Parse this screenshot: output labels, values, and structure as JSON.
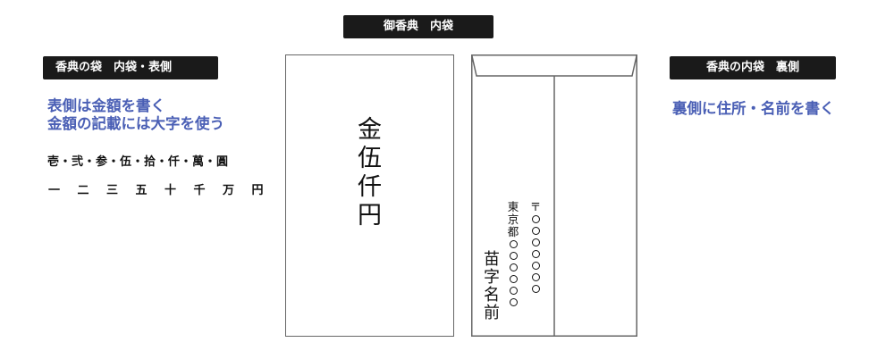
{
  "labels": {
    "top": "御香典　内袋",
    "front": "香典の袋　内袋・表側",
    "back": "香典の内袋　裏側"
  },
  "front_notes": {
    "line1": "表側は金額を書く",
    "line2": "金額の記載には大字を使う"
  },
  "back_note": "裏側に住所・名前を書く",
  "kanji": {
    "formal": "壱・弐・参・伍・拾・仟・萬・圓",
    "plain": [
      "一",
      "二",
      "三",
      "五",
      "十",
      "千",
      "万",
      "円"
    ]
  },
  "front_envelope": {
    "amount": [
      "金",
      "伍",
      "仟",
      "円"
    ]
  },
  "back_envelope": {
    "name": [
      "苗",
      "字",
      "名",
      "前"
    ],
    "city": [
      "東",
      "京",
      "都"
    ],
    "city_placeholder_count": 6,
    "zip_mark": "〒",
    "zip_placeholder_count": 7
  }
}
